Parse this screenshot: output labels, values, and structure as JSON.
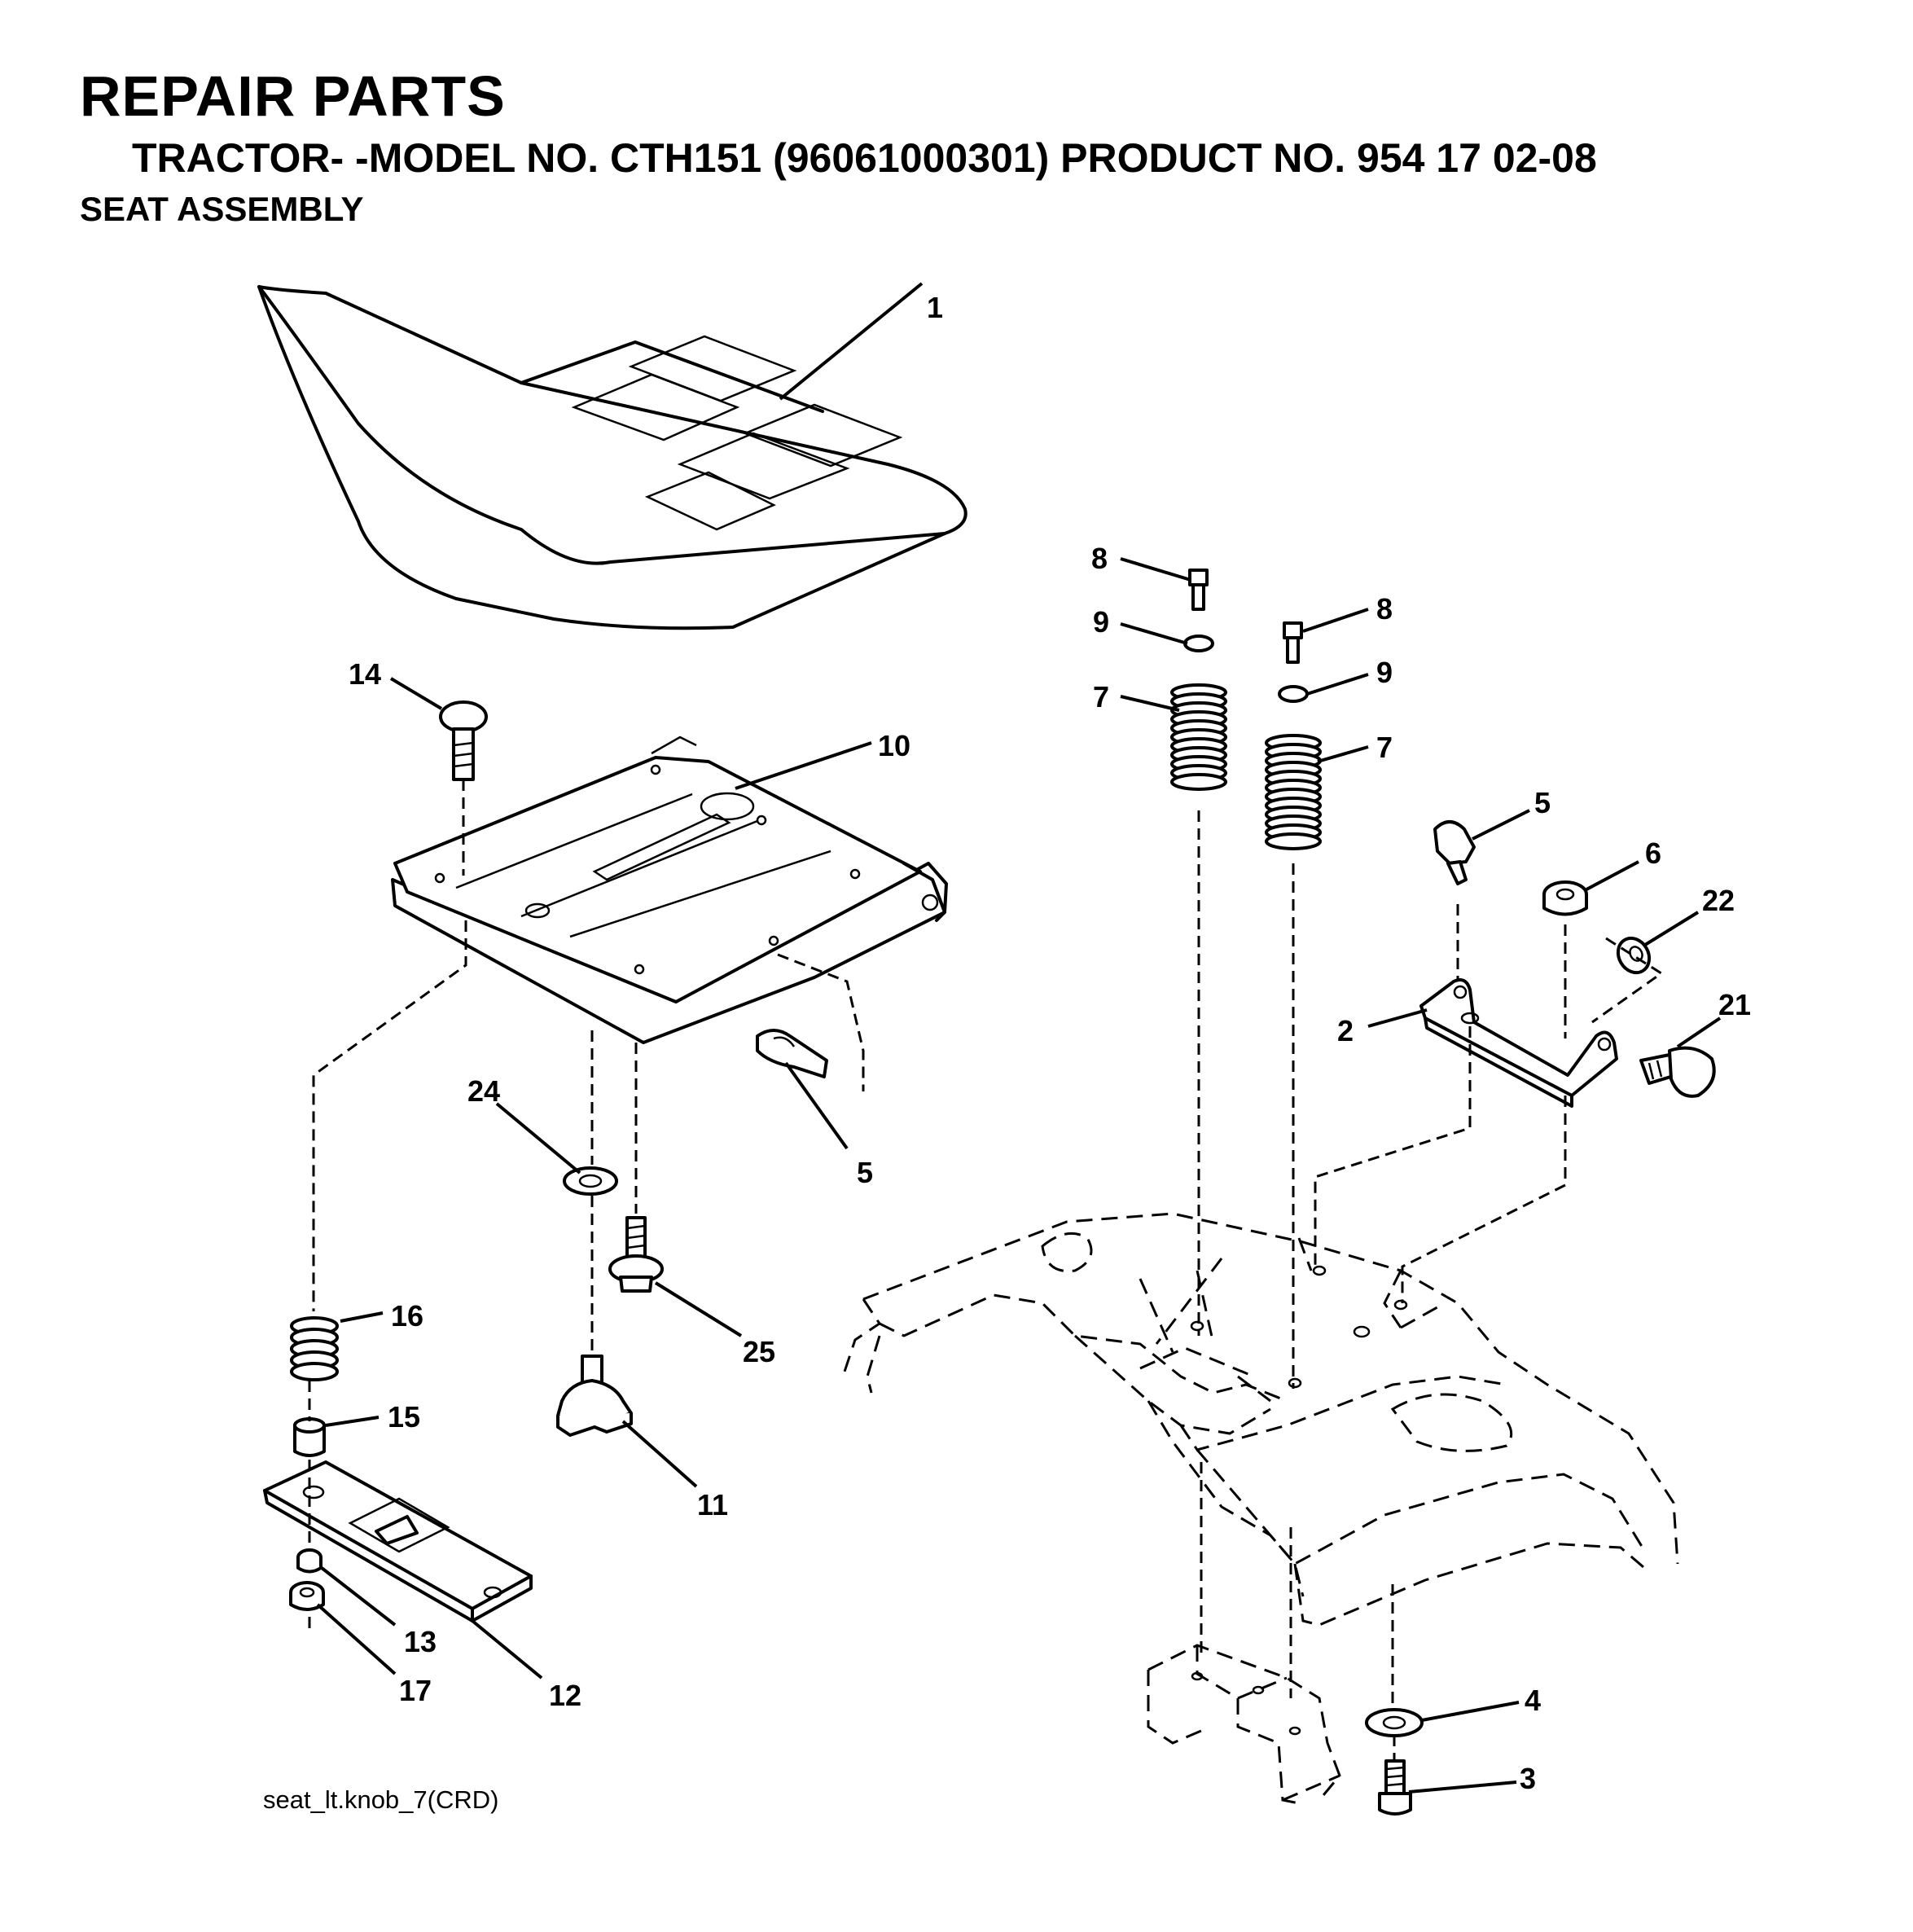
{
  "header": {
    "title": "REPAIR PARTS",
    "model_line": "TRACTOR- -MODEL NO. CTH151 (96061000301) PRODUCT NO. 954 17 02-08",
    "section": "SEAT ASSEMBLY"
  },
  "footer": {
    "drawing_id": "seat_lt.knob_7(CRD)"
  },
  "callouts": [
    "1",
    "14",
    "10",
    "24",
    "5",
    "25",
    "16",
    "15",
    "11",
    "13",
    "17",
    "12",
    "8",
    "9",
    "7",
    "8",
    "9",
    "7",
    "5",
    "6",
    "22",
    "21",
    "2",
    "4",
    "3"
  ]
}
